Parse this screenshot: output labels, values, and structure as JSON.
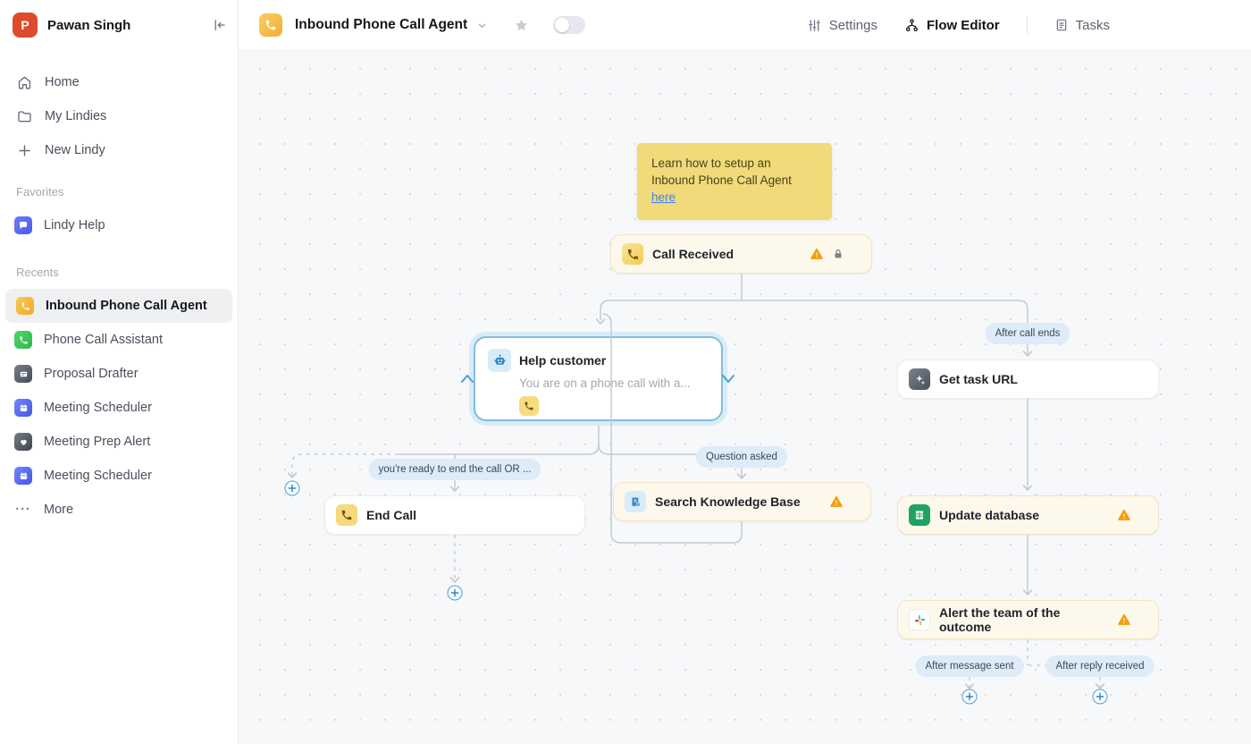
{
  "sidebar": {
    "user": {
      "name": "Pawan Singh",
      "initial": "P"
    },
    "nav": [
      {
        "label": "Home"
      },
      {
        "label": "My Lindies"
      },
      {
        "label": "New Lindy"
      }
    ],
    "favorites_header": "Favorites",
    "favorites": [
      {
        "label": "Lindy Help"
      }
    ],
    "recents_header": "Recents",
    "recents": [
      {
        "label": "Inbound Phone Call Agent",
        "selected": true
      },
      {
        "label": "Phone Call Assistant"
      },
      {
        "label": "Proposal Drafter"
      },
      {
        "label": "Meeting Scheduler"
      },
      {
        "label": "Meeting Prep Alert"
      },
      {
        "label": "Meeting Scheduler"
      }
    ],
    "more_label": "More"
  },
  "topbar": {
    "title": "Inbound Phone Call Agent",
    "favorite_starred": false,
    "toggle_on": false,
    "tabs": [
      {
        "label": "Settings",
        "active": false
      },
      {
        "label": "Flow Editor",
        "active": true
      },
      {
        "label": "Tasks",
        "active": false
      }
    ]
  },
  "canvas": {
    "sticky": {
      "line1": "Learn how to setup an",
      "line2": "Inbound Phone Call Agent",
      "link_text": "here"
    },
    "nodes": {
      "call_received": {
        "title": "Call Received",
        "warning": true,
        "locked": true
      },
      "help_customer": {
        "title": "Help customer",
        "subtitle": "You are on a phone call with a...",
        "selected": true
      },
      "get_task_url": {
        "title": "Get task URL"
      },
      "end_call": {
        "title": "End Call"
      },
      "search_kb": {
        "title": "Search Knowledge Base",
        "warning": true
      },
      "update_database": {
        "title": "Update database",
        "warning": true
      },
      "alert_team": {
        "title": "Alert the team of the outcome",
        "warning": true
      }
    },
    "labels": {
      "after_call_ends": "After call ends",
      "ready_end_call": "you're ready to end the call OR ...",
      "question_asked": "Question asked",
      "after_message_sent": "After message sent",
      "after_reply_received": "After reply received"
    }
  },
  "colors": {
    "canvas_bg": "#F7F8FA",
    "node_cream_bg": "#FDF8EC",
    "node_cream_border": "#F3E4C3",
    "selection_blue": "#82BEDD",
    "pill_blue": "#DEEBF9",
    "sticky_yellow": "#F0DA79",
    "warning_orange": "#F59E0B",
    "accent_plus_blue": "#4E9ED9",
    "edge_gray": "#C5CAD1",
    "avatar_red": "#DE4A2C"
  }
}
